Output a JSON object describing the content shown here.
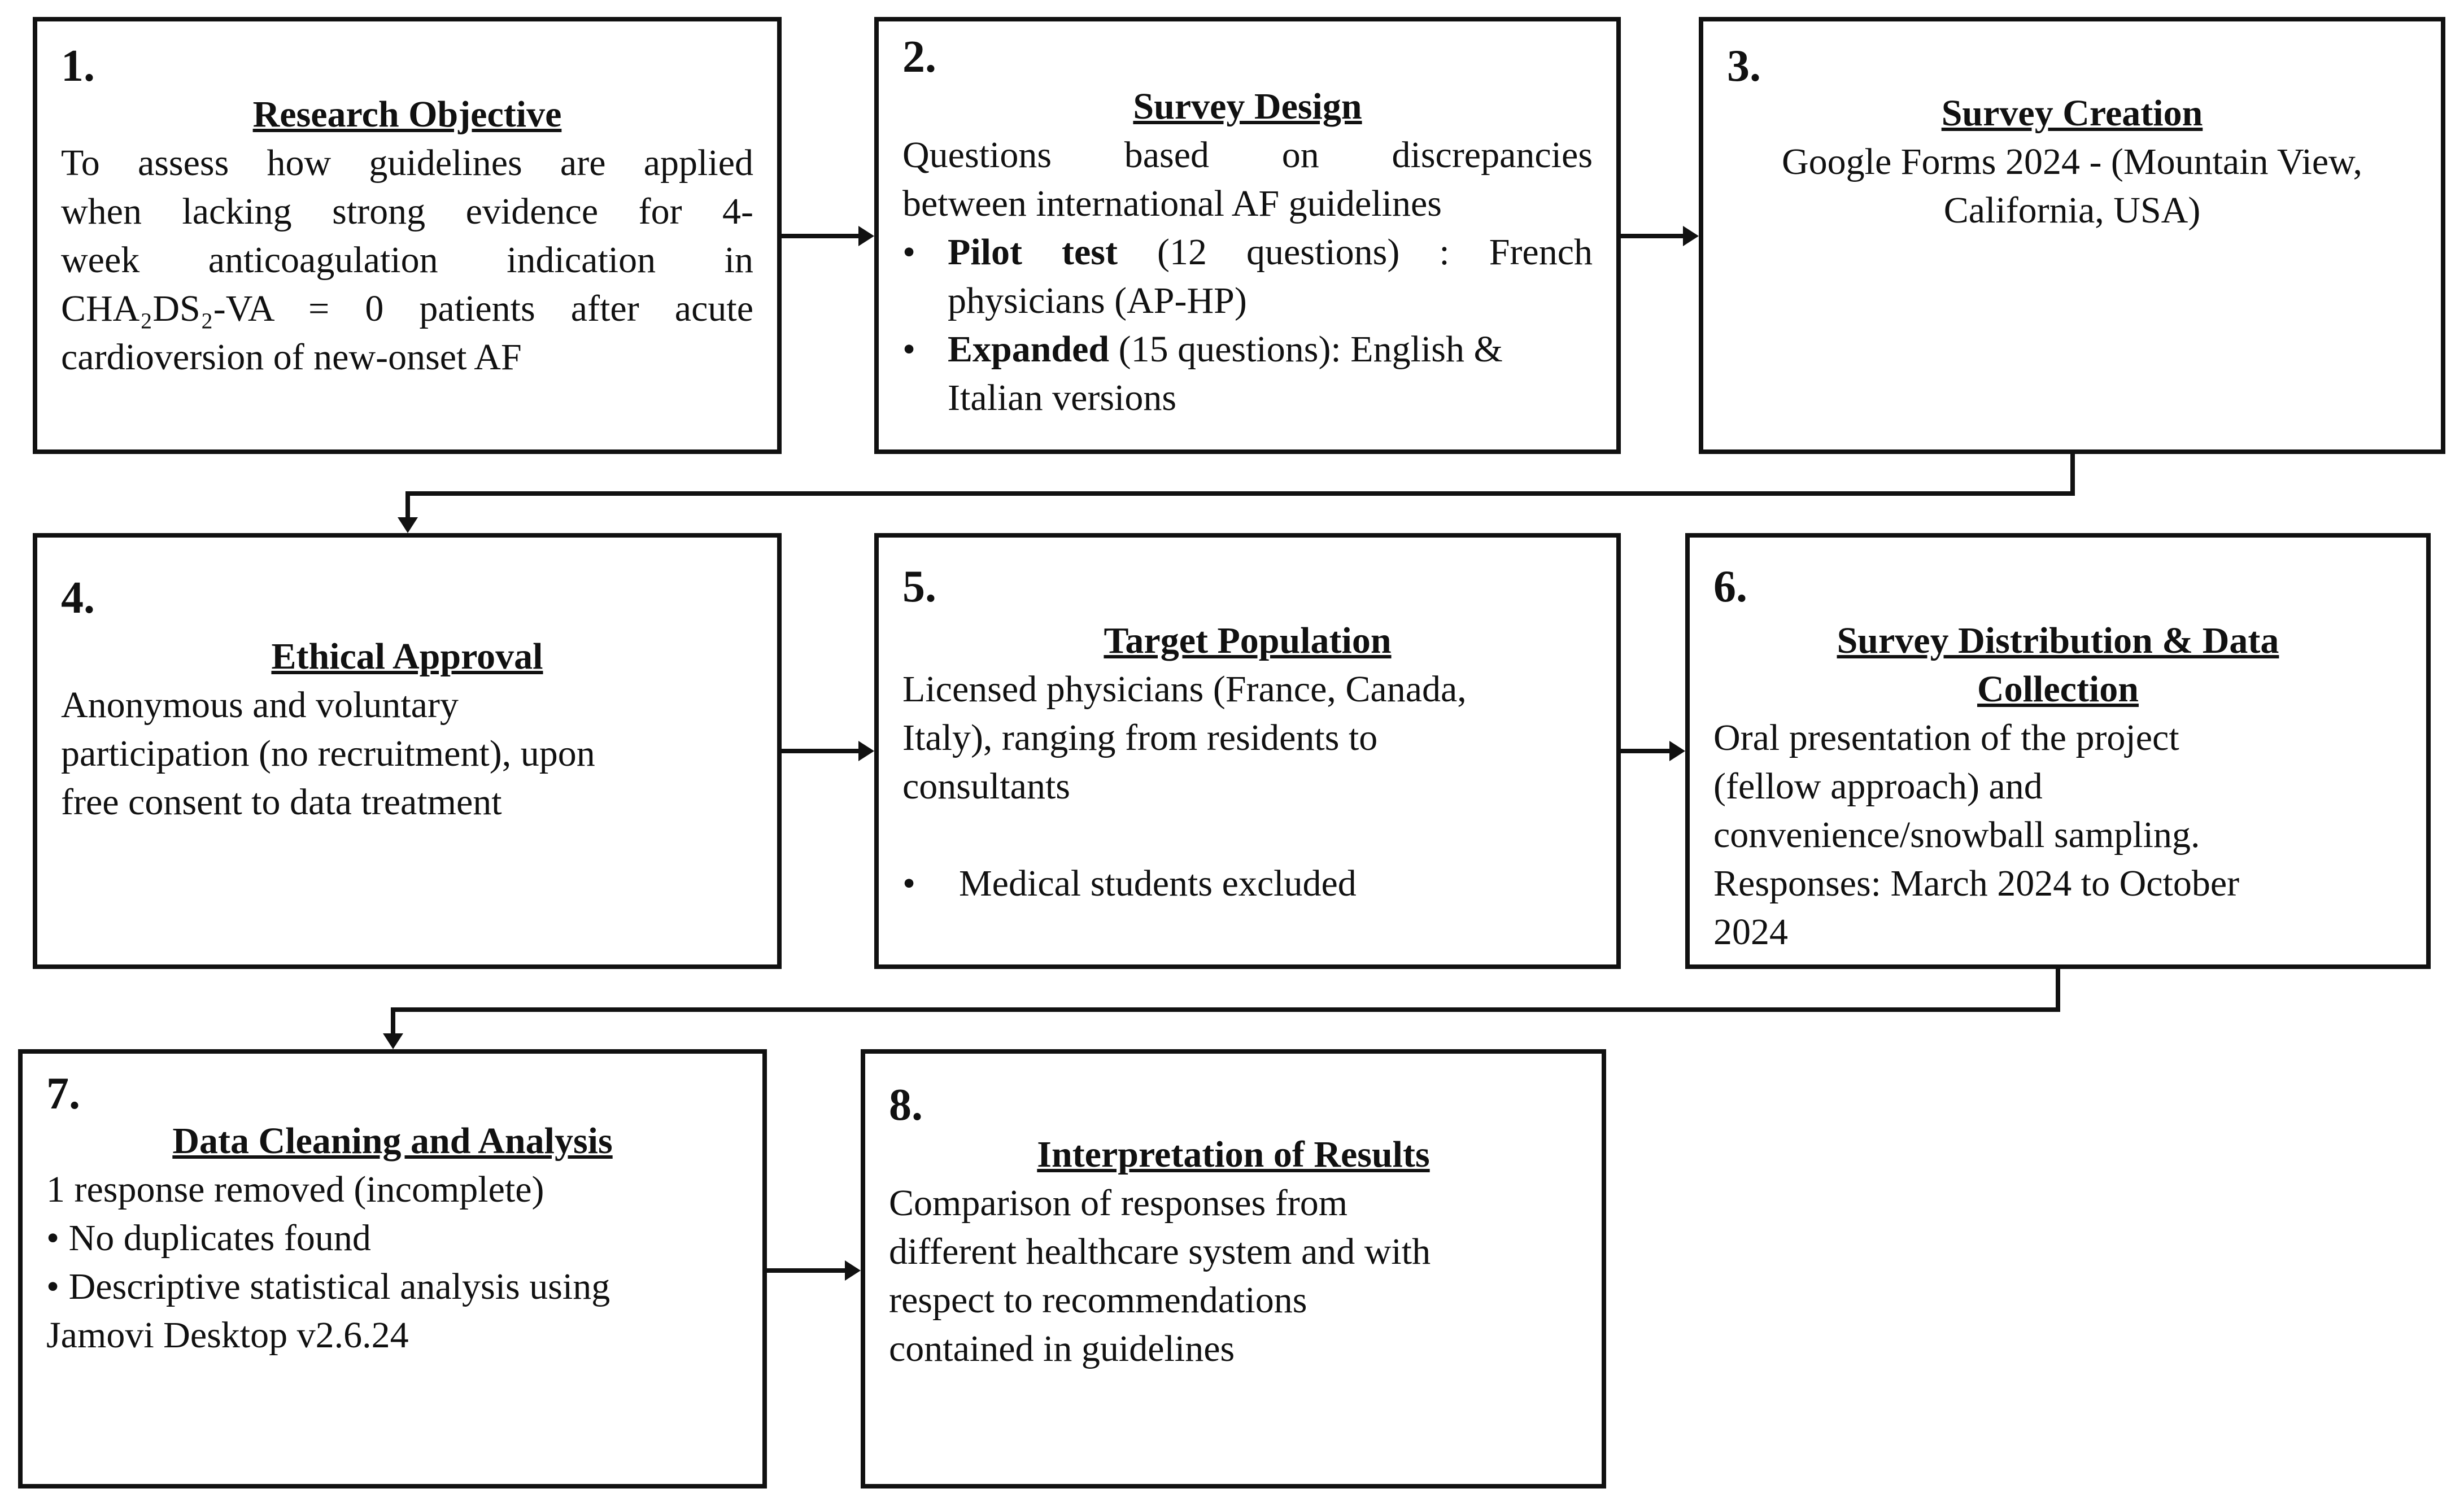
{
  "steps": [
    {
      "number": "1.",
      "title": "Research Objective",
      "lines": [
        "To assess how guidelines are applied",
        "when lacking strong evidence for 4-",
        "week anticoagulation indication in",
        "CHA₂DS₂-VA = 0 patients after acute",
        "cardioversion of new-onset AF"
      ]
    },
    {
      "number": "2.",
      "title": "Survey Design",
      "lines": [
        "Questions based on discrepancies",
        "between international AF guidelines"
      ],
      "bullets": [
        {
          "bold": "Pilot test",
          "text": " (12 questions) : French",
          "cont": "physicians (AP-HP)"
        },
        {
          "bold": "Expanded",
          "text": " (15 questions): English &",
          "cont": "Italian versions"
        }
      ]
    },
    {
      "number": "3.",
      "title": "Survey Creation",
      "lines": [
        "Google Forms 2024 - (Mountain View,",
        "California, USA)"
      ]
    },
    {
      "number": "4.",
      "title": "Ethical Approval",
      "lines": [
        "Anonymous and voluntary",
        "participation (no recruitment), upon",
        "free consent to data treatment"
      ]
    },
    {
      "number": "5.",
      "title": "Target Population",
      "lines": [
        "Licensed physicians (France, Canada,",
        "Italy), ranging from residents to",
        "consultants"
      ],
      "bullets": [
        {
          "text": "Medical students  excluded"
        }
      ]
    },
    {
      "number": "6.",
      "title_lines": [
        "Survey Distribution  & Data",
        "Collection"
      ],
      "lines": [
        "Oral presentation of the project",
        "(fellow approach) and",
        "convenience/snowball sampling.",
        "Responses: March 2024 to October",
        "2024"
      ]
    },
    {
      "number": "7.",
      "title": "Data Cleaning  and Analysis",
      "lines": [
        "1 response removed  (incomplete)",
        "• No duplicates found",
        "• Descriptive statistical analysis using",
        "Jamovi  Desktop v2.6.24"
      ]
    },
    {
      "number": "8.",
      "title": "Interpretation  of Results",
      "lines": [
        "Comparison of responses from",
        "different healthcare system and with",
        "respect to recommendations",
        "contained in guidelines"
      ]
    }
  ],
  "bullet_char": "•"
}
